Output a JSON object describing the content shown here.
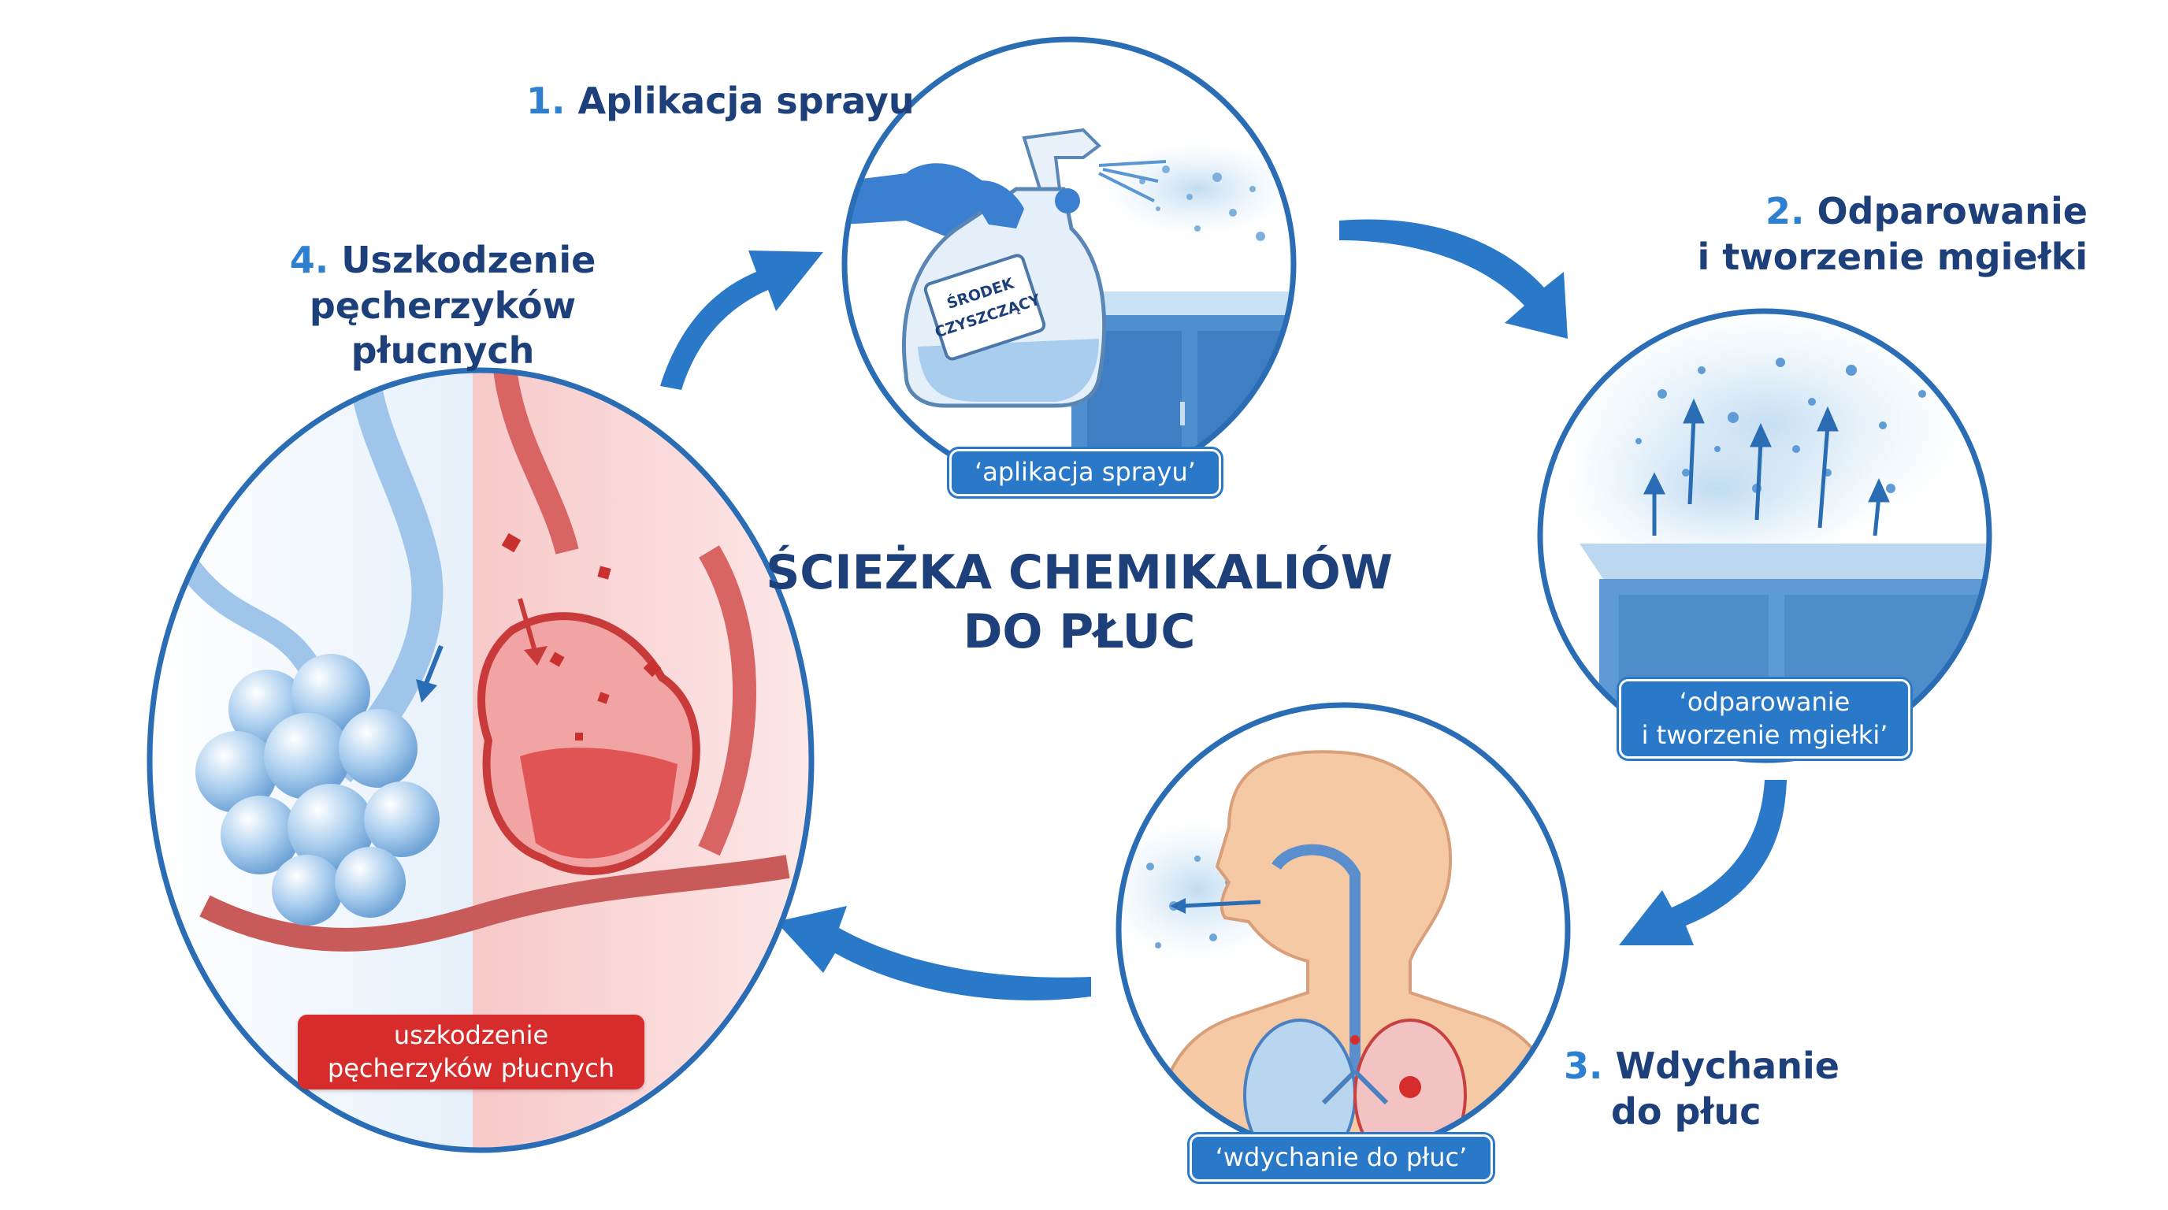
{
  "center_title": {
    "line1": "ŚCIEŻKA CHEMIKALIÓW",
    "line2": "DO PŁUC"
  },
  "steps": [
    {
      "num": "1.",
      "text": "Aplikacja sprayu",
      "caption": "‘aplikacja sprayu’"
    },
    {
      "num": "2.",
      "text1": "Odparowanie",
      "text2": "i tworzenie mgiełki",
      "caption1": "‘odparowanie",
      "caption2": "i tworzenie mgiełki’"
    },
    {
      "num": "3.",
      "text1": "Wdychanie",
      "text2": "do płuc",
      "caption": "‘wdychanie do płuc’"
    },
    {
      "num": "4.",
      "text1": "Uszkodzenie",
      "text2": "pęcherzyków płucnych",
      "caption1": "uszkodzenie",
      "caption2": "pęcherzyków płucnych"
    }
  ],
  "bottle_label": {
    "line1": "ŚRODEK",
    "line2": "CZYSZCZĄCY"
  },
  "colors": {
    "title": "#1d3f7a",
    "step_number": "#2d7fcf",
    "arrow": "#2a78c8",
    "caption_blue": "#2a78c8",
    "caption_red": "#d62c2c",
    "circle_border": "#2a6db5"
  }
}
